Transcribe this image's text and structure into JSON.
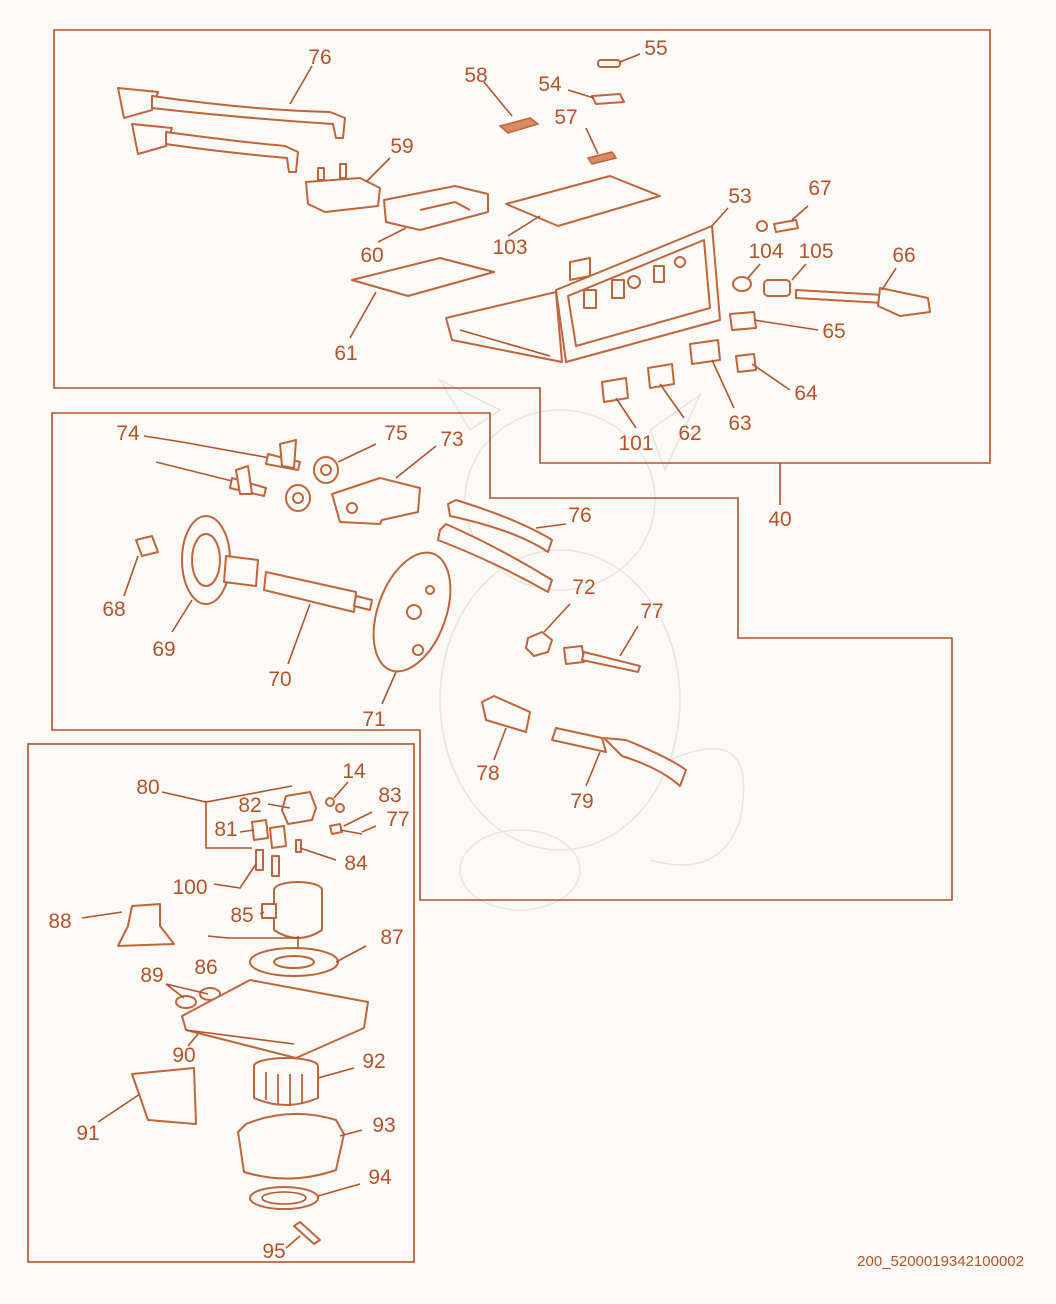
{
  "diagram": {
    "document_code": "200_5200019342100002",
    "colors": {
      "line": "#c2643a",
      "label": "#b4532a",
      "background": "#fbfaf7",
      "watermark": "#e9e4dc"
    },
    "callouts": {
      "c76a": "76",
      "c58": "58",
      "c55": "55",
      "c54": "54",
      "c57": "57",
      "c59": "59",
      "c53": "53",
      "c67": "67",
      "c60": "60",
      "c103": "103",
      "c104": "104",
      "c105": "105",
      "c66": "66",
      "c65": "65",
      "c61": "61",
      "c64": "64",
      "c101": "101",
      "c62": "62",
      "c63": "63",
      "c40": "40",
      "c74": "74",
      "c75": "75",
      "c73": "73",
      "c76b": "76",
      "c68": "68",
      "c72": "72",
      "c77a": "77",
      "c69": "69",
      "c70": "70",
      "c71": "71",
      "c78": "78",
      "c79": "79",
      "c80": "80",
      "c14": "14",
      "c82": "82",
      "c83": "83",
      "c81": "81",
      "c77b": "77",
      "c84": "84",
      "c100": "100",
      "c85": "85",
      "c88": "88",
      "c87": "87",
      "c86": "86",
      "c89": "89",
      "c90": "90",
      "c92": "92",
      "c91": "91",
      "c93": "93",
      "c94": "94",
      "c95": "95"
    }
  }
}
